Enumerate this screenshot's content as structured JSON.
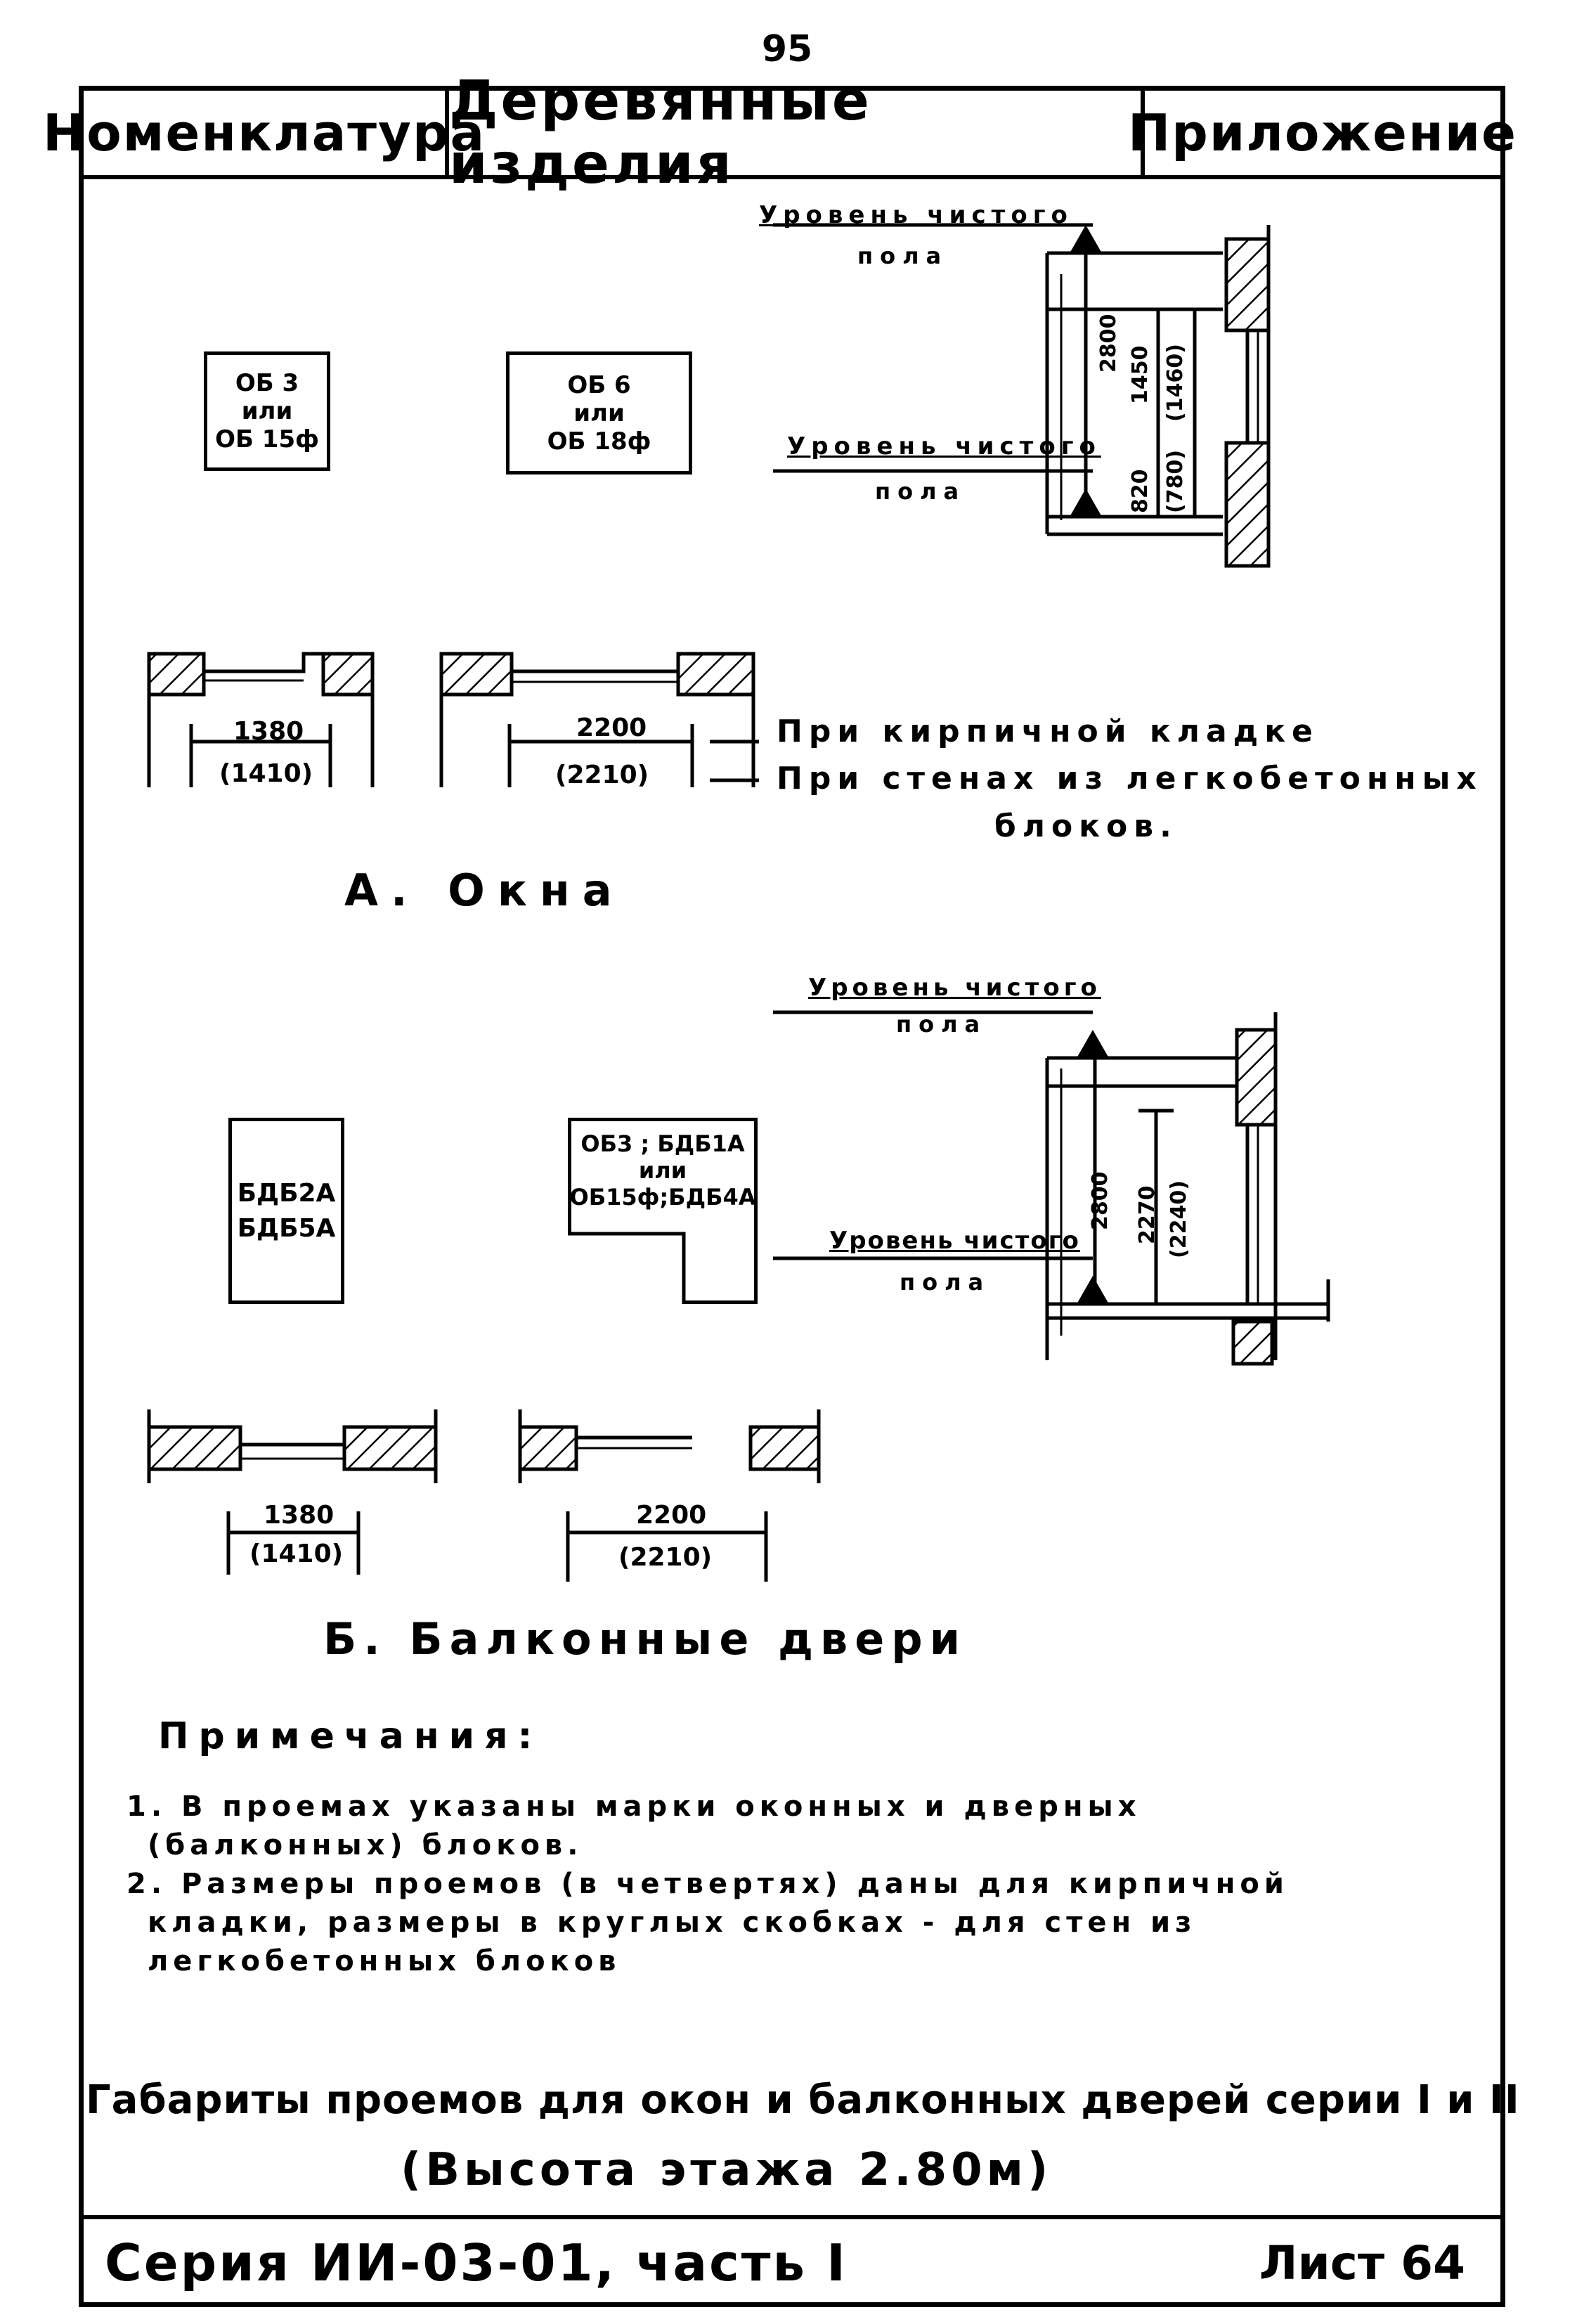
{
  "page_number": "95",
  "header": {
    "left": "Номенклатура",
    "center": "Деревянные изделия",
    "right": "Приложение"
  },
  "level_labels": {
    "line1": "Уровень чистого",
    "line2": "пола"
  },
  "section_a": {
    "marks_small": [
      "ОБ 3",
      "или",
      "ОБ 15ф"
    ],
    "marks_large": [
      "ОБ 6",
      "или",
      "ОБ 18ф"
    ],
    "dim_small": "1380",
    "dim_small_alt": "(1410)",
    "dim_large": "2200",
    "dim_large_alt": "(2210)",
    "legend_brick": "При кирпичной кладке",
    "legend_block_1": "При стенах из легкобетонных",
    "legend_block_2": "блоков.",
    "height_total": "2800",
    "height_window": "1450",
    "height_window_alt": "(1460)",
    "height_sill": "820",
    "height_sill_alt": "(780)",
    "title": "А. Окна"
  },
  "section_b": {
    "marks_small": [
      "БДБ2А",
      "БДБ5А"
    ],
    "marks_large": [
      "ОБ3 ; БДБ1А",
      "или",
      "ОБ15ф;БДБ4А"
    ],
    "dim_small": "1380",
    "dim_small_alt": "(1410)",
    "dim_large": "2200",
    "dim_large_alt": "(2210)",
    "height_total": "2800",
    "height_door": "2270",
    "height_door_alt": "(2240)",
    "title": "Б. Балконные двери"
  },
  "notes": {
    "heading": "Примечания:",
    "note1_line1": "1. В проемах указаны марки оконных и дверных",
    "note1_line2": "(балконных) блоков.",
    "note2_line1": "2. Размеры проемов (в четвертях) даны для кирпичной",
    "note2_line2": "кладки, размеры в круглых скобках - для стен из",
    "note2_line3": "легкобетонных блоков"
  },
  "title_line1": "Габариты проемов для окон и балконных дверей серии I и II",
  "title_line2": "(Высота этажа 2.80м)",
  "footer": {
    "series": "Серия ИИ-03-01, часть I",
    "sheet": "Лист 64"
  }
}
